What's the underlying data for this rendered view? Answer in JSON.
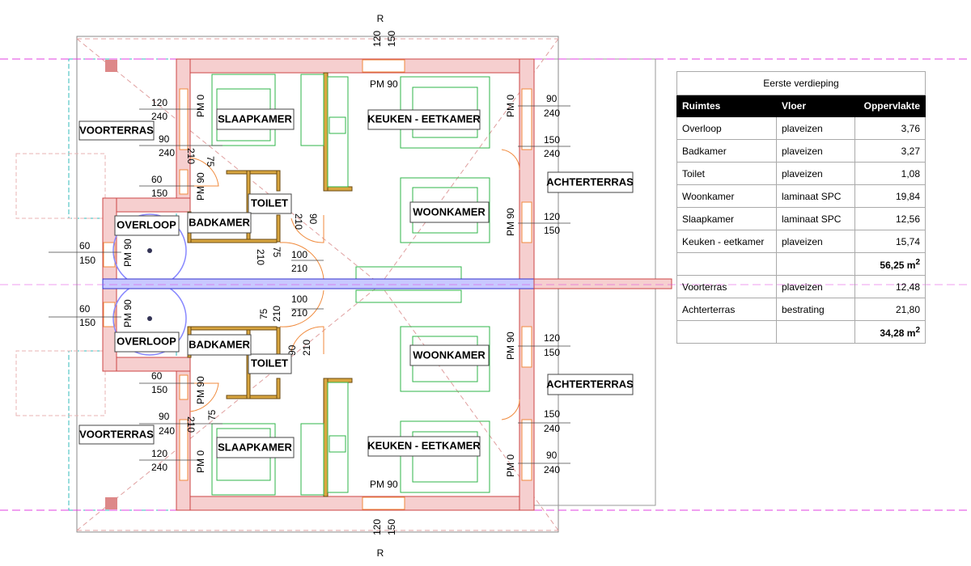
{
  "plan": {
    "north_marker_top": "R",
    "north_marker_bottom": "R",
    "rooms": {
      "voorterras": "VOORTERRAS",
      "slaapkamer": "SLAAPKAMER",
      "keuken": "KEUKEN - EETKAMER",
      "toilet": "TOILET",
      "badkamer": "BADKAMER",
      "overloop": "OVERLOOP",
      "woonkamer": "WOONKAMER",
      "achterterras": "ACHTERTERRAS"
    },
    "dims": {
      "w120": "120",
      "w150": "150",
      "w240": "240",
      "w90": "90",
      "w60": "60",
      "w100": "100",
      "w210": "210",
      "w75": "75",
      "pm0": "PM 0",
      "pm90": "PM 90"
    }
  },
  "table": {
    "title": "Eerste verdieping",
    "headers": [
      "Ruimtes",
      "Vloer",
      "Oppervlakte"
    ],
    "rows": [
      [
        "Overloop",
        "plaveizen",
        "3,76"
      ],
      [
        "Badkamer",
        "plaveizen",
        "3,27"
      ],
      [
        "Toilet",
        "plaveizen",
        "1,08"
      ],
      [
        "Woonkamer",
        "laminaat SPC",
        "19,84"
      ],
      [
        "Slaapkamer",
        "laminaat SPC",
        "12,56"
      ],
      [
        "Keuken - eetkamer",
        "plaveizen",
        "15,74"
      ]
    ],
    "subtotal_indoor": "56,25 m",
    "rows_outdoor": [
      [
        "Voorterras",
        "plaveizen",
        "12,48"
      ],
      [
        "Achterterras",
        "bestrating",
        "21,80"
      ]
    ],
    "subtotal_outdoor": "34,28 m",
    "unit_sup": "2"
  }
}
